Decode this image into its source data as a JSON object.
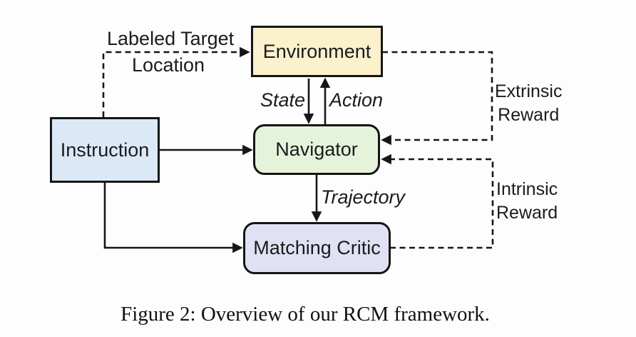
{
  "figure": {
    "caption": "Figure 2: Overview of our RCM framework."
  },
  "diagram": {
    "nodes": {
      "environment": {
        "label": "Environment",
        "fill": "#fbf1cd"
      },
      "instruction": {
        "label": "Instruction",
        "fill": "#dbe9f7"
      },
      "navigator": {
        "label": "Navigator",
        "fill": "#e6f3db"
      },
      "matching_critic": {
        "label": "Matching Critic",
        "fill": "#e0e2f4"
      }
    },
    "edge_labels": {
      "labeled_target_line1": "Labeled Target",
      "labeled_target_line2": "Location",
      "state": "State",
      "action": "Action",
      "trajectory": "Trajectory",
      "extrinsic_line1": "Extrinsic",
      "extrinsic_line2": "Reward",
      "intrinsic_line1": "Intrinsic",
      "intrinsic_line2": "Reward"
    },
    "line_color": "#161616",
    "border_color": "#151515"
  }
}
